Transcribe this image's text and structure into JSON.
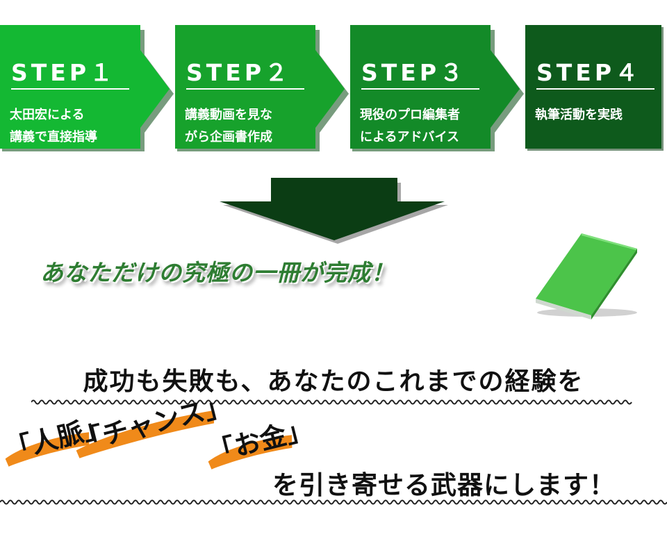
{
  "steps": [
    {
      "title": "STEP１",
      "line1": "太田宏による",
      "line2": "講義で直接指導",
      "color": "#14b833"
    },
    {
      "title": "STEP２",
      "line1": "講義動画を見な",
      "line2": "がら企画書作成",
      "color": "#17a22c"
    },
    {
      "title": "STEP３",
      "line1": "現役のプロ編集者",
      "line2": "によるアドバイス",
      "color": "#138a28"
    },
    {
      "title": "STEP４",
      "line1": "執筆活動を実践",
      "line2": "",
      "color": "#0e5a1c"
    }
  ],
  "headline": "あなただけの究極の一冊が完成！",
  "statement": {
    "line1": "成功も失敗も、あなたのこれまでの経験を",
    "keyword1": "「人脈」",
    "keyword2": "「チャンス」",
    "keyword3": "「お金」",
    "line2": "を引き寄せる武器にします！"
  },
  "colors": {
    "arrow": "#0b3d14",
    "headline": "#2e7d32",
    "book": "#4cc44a",
    "brush": "#f08a1a"
  }
}
